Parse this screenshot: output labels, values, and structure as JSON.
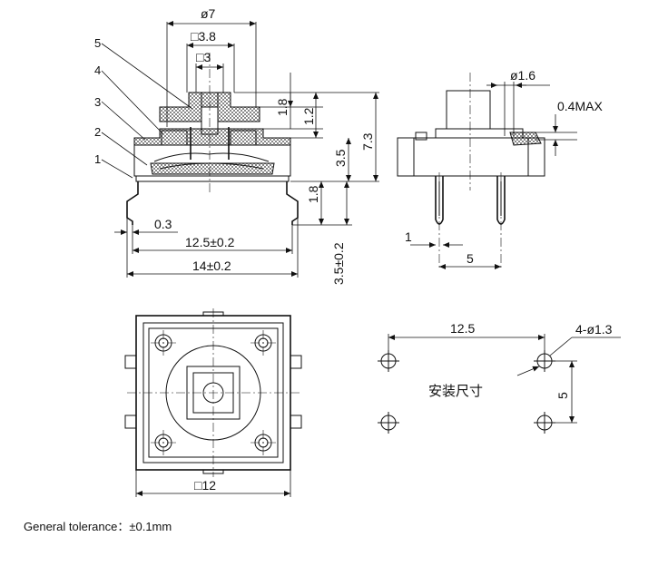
{
  "part_labels": [
    "1",
    "2",
    "3",
    "4",
    "5"
  ],
  "front_view": {
    "dims": {
      "d7": "ø7",
      "sq38": "□3.8",
      "sq3": "□3",
      "h18": "1.8",
      "h12": "1.2",
      "h35": "3.5",
      "h73": "7.3",
      "h18b": "1.8",
      "h35pin": "3.5±0.2",
      "t03": "0.3",
      "w125": "12.5±0.2",
      "w14": "14±0.2"
    }
  },
  "side_view": {
    "dims": {
      "d16": "ø1.6",
      "max04": "0.4MAX",
      "pin1": "1",
      "pitch5": "5"
    }
  },
  "bottom_view": {
    "dims": {
      "sq12": "□12"
    }
  },
  "mounting": {
    "title": "安装尺寸",
    "dims": {
      "w125": "12.5",
      "holes": "4-ø1.3",
      "h5": "5"
    }
  },
  "note": "General tolerance：±0.1mm"
}
